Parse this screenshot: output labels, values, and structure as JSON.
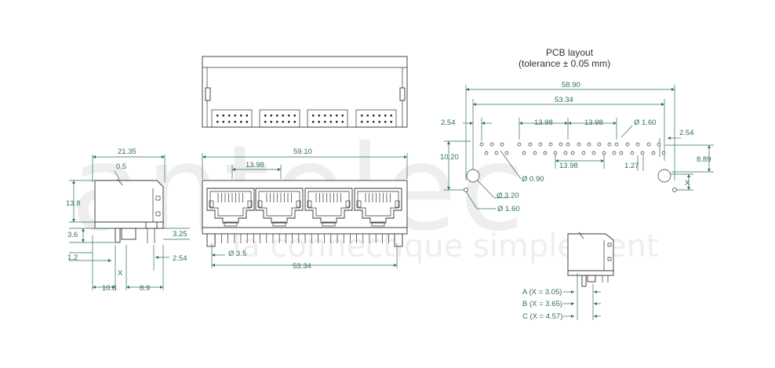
{
  "watermark": {
    "brand": "antelec",
    "tagline": "la connectique simplement"
  },
  "pcb": {
    "title": "PCB layout",
    "tolerance": "(tolerance ± 0.05 mm)"
  },
  "side_view": {
    "width": "21.35",
    "tab": "0.5",
    "height": "13.8",
    "d3_6": "3.6",
    "d1_2": "1.2",
    "d3_25": "3.25",
    "d2_54": "2.54",
    "x": "X",
    "d10_8": "10.8",
    "d8_9": "8.9"
  },
  "front_view": {
    "width": "59.10",
    "pitch": "13.98",
    "peg": "Ø 3.5",
    "pegspan": "53.34"
  },
  "pcb_dims": {
    "total": "58.90",
    "span": "53.34",
    "d2_54_left": "2.54",
    "pitch1": "13.98",
    "pitch2": "13.98",
    "hole_small": "Ø 1.60",
    "d2_54_right": "2.54",
    "d10_20": "10.20",
    "d8_89": "8.89",
    "pitch3": "13.98",
    "d1_27": "1.27",
    "x": "X",
    "hole_peg": "Ø 3.20",
    "hole_pin": "Ø 0.90",
    "hole_shield": "Ø 1.60"
  },
  "variants": [
    {
      "label": "A (X = 3.05)"
    },
    {
      "label": "B (X = 3.65)"
    },
    {
      "label": "C (X = 4.57)"
    }
  ]
}
